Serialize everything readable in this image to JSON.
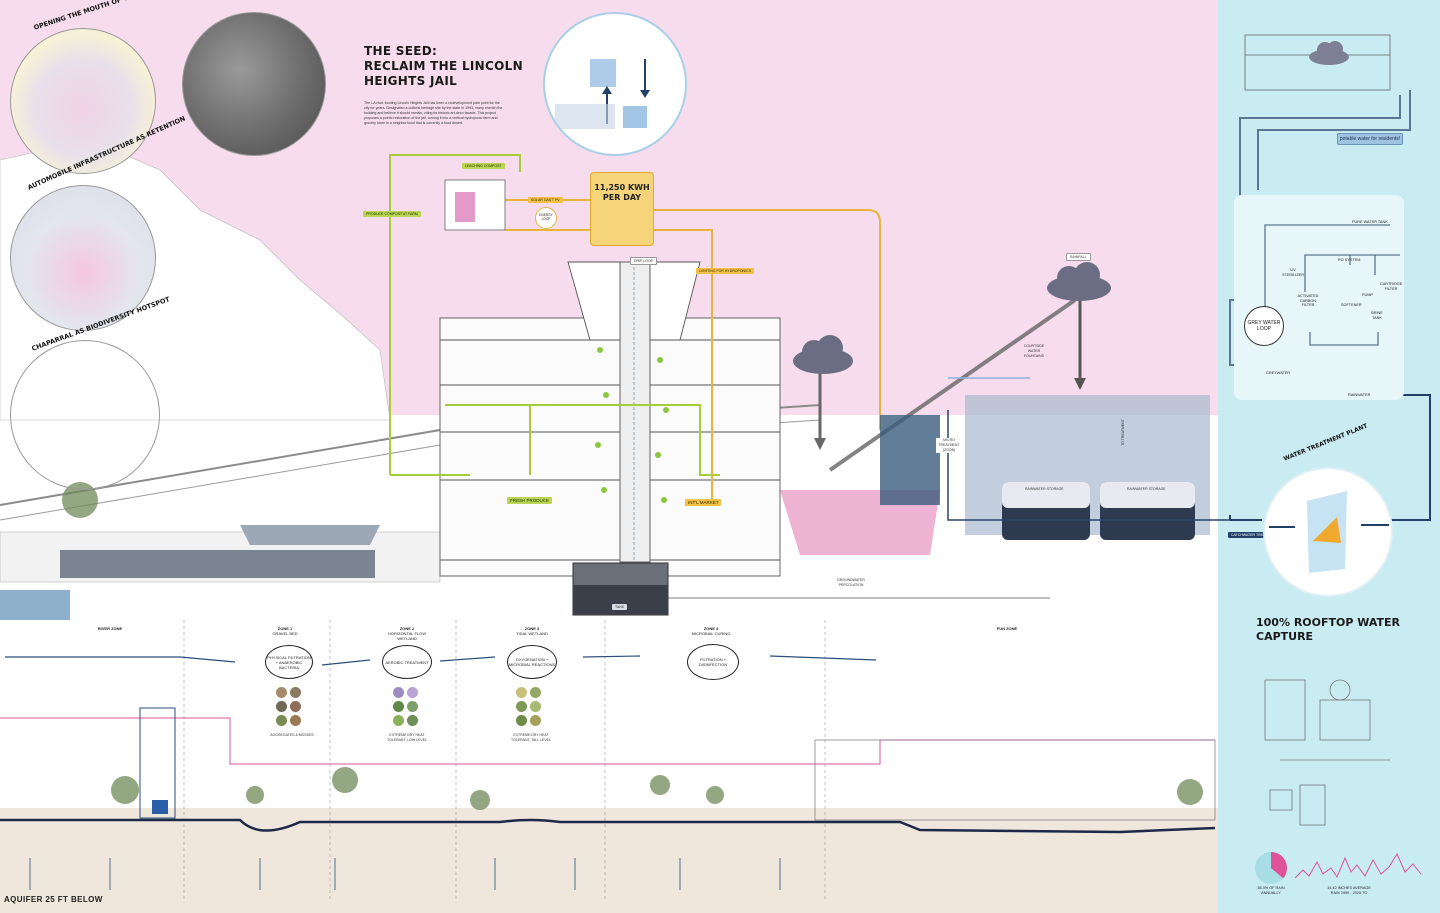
{
  "title": {
    "line1": "THE SEED:",
    "line2": "RECLAIM THE LINCOLN",
    "line3": "HEIGHTS JAIL"
  },
  "intro_text": "The LA river-fronting Lincoln Heights Jail has been a redevelopment pain point for the city for years. Designated a cultural heritage site by the state in 1993, many cherish the building and believe it should remain, citing its historic art-deco facade. This project proposes a poetic restoration of the jail, turning it into a vertical hydroponic farm and grocery store in a neighborhood that is currently a food desert.",
  "circles": {
    "c1": "OPENING THE MOUTH OF THE ARROYO",
    "c2": "AUTOMOBILE INFRASTRUCTURE AS RETENTION",
    "c3": "CHAPARRAL AS BIODIVERSITY HOTSPOT"
  },
  "energy": {
    "value_line1": "11,250 KWH",
    "value_line2": "PER DAY"
  },
  "tags": {
    "leaching": "LEACHING COMPOST",
    "produce_compost": "PRODUCE COMPOST AT FARM",
    "solar": "SOLAR GAS'T PV",
    "energy_loop": "ENERGY LOOP",
    "drip_loop": "DRIP LOOP",
    "lighting": "LIGHTING FOR HYDROPONICS",
    "fresh_produce": "FRESH PRODUCE",
    "intl_market": "INT'L MARKET",
    "tank": "TANK",
    "rainfall": "RAINFALL",
    "fountains": "COURTSIDE WATER FOUNTAINS",
    "micro": "MICRO TREATMENT (ZOOB)",
    "to_treatment": "TO TREATMENT",
    "rain_storage_1": "RAINWATER STORAGE",
    "rain_storage_2": "RAINWATER STORAGE",
    "groundwater": "GROUNDWATER PERCOLATION",
    "catchwater": "CATCHWATER TREATMENT"
  },
  "zones": [
    {
      "title": "RIVER ZONE",
      "subtitle": ""
    },
    {
      "title": "ZONE 1",
      "subtitle": "GRAVEL BED"
    },
    {
      "title": "ZONE 2",
      "subtitle": "HORIZONTAL FLOW WETLAND"
    },
    {
      "title": "ZONE 3",
      "subtitle": "TIDAL WETLAND"
    },
    {
      "title": "ZONE 4",
      "subtitle": "MICROBIAL CURING"
    },
    {
      "title": "FUN ZONE",
      "subtitle": ""
    }
  ],
  "processes": {
    "p1": "PHYSICAL FILTRATION + ANAEROBIC BACTERIA",
    "p2": "AEROBIC TREATMENT",
    "p3": "OXYGENATION + MICROBIAL REACTIONS",
    "p4": "FILTRATION + DISINFECTION"
  },
  "plant_notes": {
    "n1": "AGGREGATES & MOSSES",
    "n2": "EXTREME DRY HEAT TOLERANT, LOW LEVEL",
    "n3": "EXTREME DRY HEAT TOLERANT, TALL LEVEL"
  },
  "aquifer": "AQUIFER 25 FT BELOW",
  "water_system": {
    "potable": "potable water for residents!",
    "pure_tank": "PURE WATER TANK",
    "uv": "UV STERILIZER",
    "ro": "RO SYSTEM",
    "cartridge": "CARTRIDGE FILTER",
    "pump": "PUMP",
    "carbon": "ACTIVATED CARBON FILTER",
    "softener": "SOFTENER",
    "brine": "BRINE TANK",
    "grey_loop": "GREY WATER LOOP",
    "greywater": "GREYWATER",
    "rainwater": "RAINWATER",
    "plant": "WATER TREATMENT PLANT"
  },
  "rooftop_title": {
    "line1": "100% ROOFTOP WATER",
    "line2": "CAPTURE"
  },
  "stats": {
    "pie_label": "36.3% OF RAIN ANNUALLY",
    "pie_fraction": 0.363,
    "line_label": "14.42 INCHES AVERAGE RAIN 1990 - 2025 TO"
  },
  "colors": {
    "pink": "#f6dcec",
    "panel_blue": "#c9ecf3",
    "energy_yellow": "#f6d47a",
    "green_line": "#a6cc3a",
    "yellow_line": "#e8b53a",
    "water_blue": "#2f4f7a",
    "magenta": "#d9549e"
  }
}
